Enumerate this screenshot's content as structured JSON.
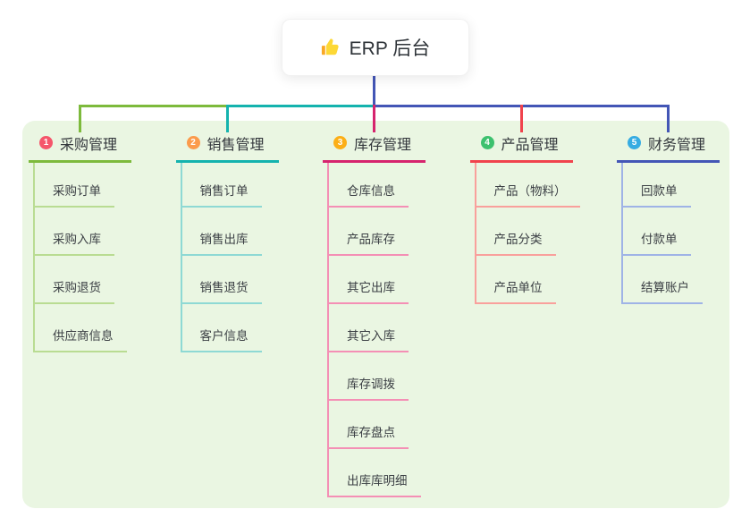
{
  "root": {
    "title": "ERP 后台",
    "connector_color": "#4356b6"
  },
  "panel": {
    "background": "#eaf6e2"
  },
  "icon_colors": {
    "thumb_main": "#fdd835",
    "thumb_cuff": "#f9a825"
  },
  "branches": [
    {
      "badge": "1",
      "title": "采购管理",
      "badge_color": "#f5566b",
      "line_color": "#7dba3c",
      "child_line_color": "#b9dc92",
      "children": [
        "采购订单",
        "采购入库",
        "采购退货",
        "供应商信息"
      ]
    },
    {
      "badge": "2",
      "title": "销售管理",
      "badge_color": "#fb9b4c",
      "line_color": "#14b3ae",
      "child_line_color": "#8ed9d4",
      "children": [
        "销售订单",
        "销售出库",
        "销售退货",
        "客户信息"
      ]
    },
    {
      "badge": "3",
      "title": "库存管理",
      "badge_color": "#fcaf17",
      "line_color": "#d6246e",
      "child_line_color": "#f48fb5",
      "children": [
        "仓库信息",
        "产品库存",
        "其它出库",
        "其它入库",
        "库存调拨",
        "库存盘点",
        "出库库明细"
      ]
    },
    {
      "badge": "4",
      "title": "产品管理",
      "badge_color": "#3cc16e",
      "line_color": "#f0434d",
      "child_line_color": "#f9a09c",
      "children": [
        "产品（物料）",
        "产品分类",
        "产品单位"
      ]
    },
    {
      "badge": "5",
      "title": "财务管理",
      "badge_color": "#36ace2",
      "line_color": "#4356b6",
      "child_line_color": "#9fb3e6",
      "children": [
        "回款单",
        "付款单",
        "结算账户"
      ]
    }
  ]
}
